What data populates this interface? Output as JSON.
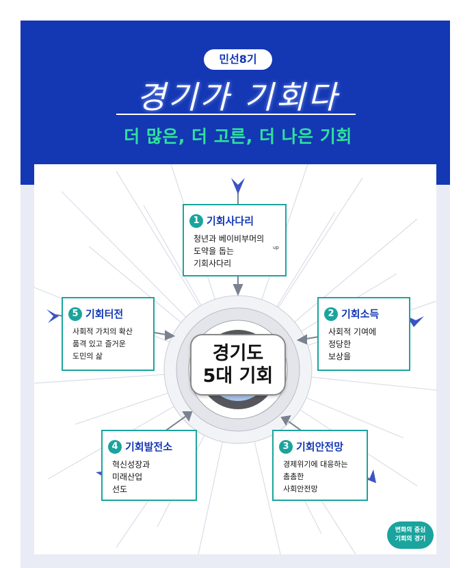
{
  "header": {
    "pill": "민선8기",
    "title": "경기가  기회다",
    "subtitle": "더 많은, 더 고른, 더 나은 기회"
  },
  "center": {
    "line1": "경기도",
    "line2": "5대 기회"
  },
  "boxes": [
    {
      "num": "1",
      "title": "기회사다리",
      "body": "청년과 베이비부머의\n도약을 돕는\n기회사다리"
    },
    {
      "num": "2",
      "title": "기회소득",
      "body": "사회적 기여에\n정당한\n보상을"
    },
    {
      "num": "3",
      "title": "기회안전망",
      "body": "경제위기에 대응하는\n촘촘한\n사회안전망"
    },
    {
      "num": "4",
      "title": "기회발전소",
      "body": "혁신성장과\n미래산업\n선도"
    },
    {
      "num": "5",
      "title": "기회터전",
      "body": "사회적 가치의 확산\n품격 있고 즐거운\n도민의 삶"
    }
  ],
  "up_label": "up",
  "badge": {
    "line1": "변화의 중심",
    "line2": "기회의 경기"
  },
  "colors": {
    "navy": "#1437b4",
    "teal": "#1aa49d",
    "green": "#2ee39a"
  }
}
